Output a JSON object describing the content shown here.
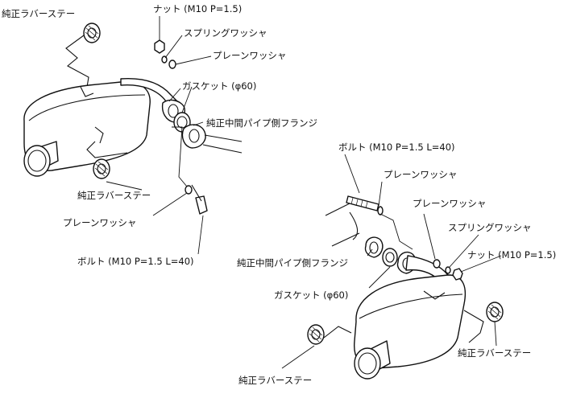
{
  "upper": {
    "rubber_stay_top": "純正ラバーステー",
    "nut": "ナット (M10 P=1.5)",
    "spring_washer": "スプリングワッシャ",
    "plain_washer_top": "プレーンワッシャ",
    "gasket": "ガスケット (φ60)",
    "flange": "純正中間パイプ側フランジ",
    "rubber_stay_bottom": "純正ラバーステー",
    "plain_washer_bottom": "プレーンワッシャ",
    "bolt": "ボルト (M10 P=1.5 L=40)"
  },
  "lower": {
    "bolt": "ボルト (M10 P=1.5 L=40)",
    "plain_washer_a": "プレーンワッシャ",
    "plain_washer_b": "プレーンワッシャ",
    "spring_washer": "スプリングワッシャ",
    "nut": "ナット (M10 P=1.5)",
    "flange": "純正中間パイプ側フランジ",
    "gasket": "ガスケット (φ60)",
    "rubber_stay_right": "純正ラバーステー",
    "rubber_stay_bottom": "純正ラバーステー"
  }
}
